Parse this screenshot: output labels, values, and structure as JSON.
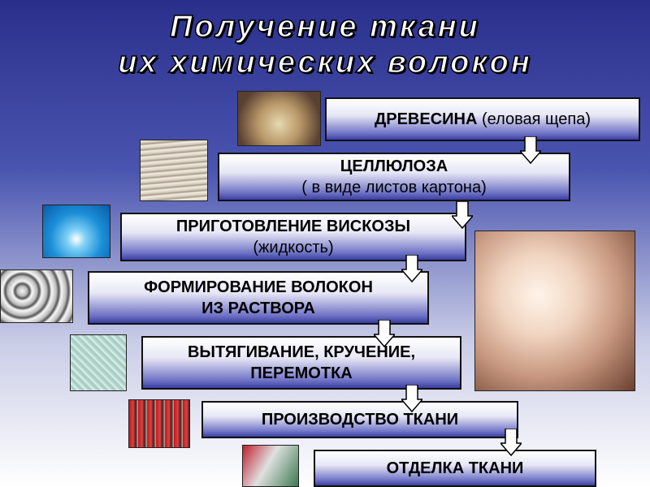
{
  "title": {
    "line1": "Получение ткани",
    "line2": "их химических волокон"
  },
  "steps": [
    {
      "bold": "ДРЕВЕСИНА",
      "normal": " (еловая щепа)"
    },
    {
      "bold": "ЦЕЛЛЮЛОЗА",
      "normal": "( в виде листов картона)"
    },
    {
      "bold": "ПРИГОТОВЛЕНИЕ ВИСКОЗЫ",
      "normal": "(жидкость)"
    },
    {
      "bold": "ФОРМИРОВАНИЕ ВОЛОКОН",
      "normal": "ИЗ РАСТВОРА"
    },
    {
      "bold": "ВЫТЯГИВАНИЕ, КРУЧЕНИЕ,",
      "normal": "ПЕРЕМОТКА"
    },
    {
      "bold": "ПРОИЗВОДСТВО ТКАНИ",
      "normal": ""
    },
    {
      "bold": "ОТДЕЛКА ТКАНИ",
      "normal": ""
    }
  ],
  "colors": {
    "arrow_fill": "#ffffff",
    "box_dark": "#3a3fa0"
  }
}
